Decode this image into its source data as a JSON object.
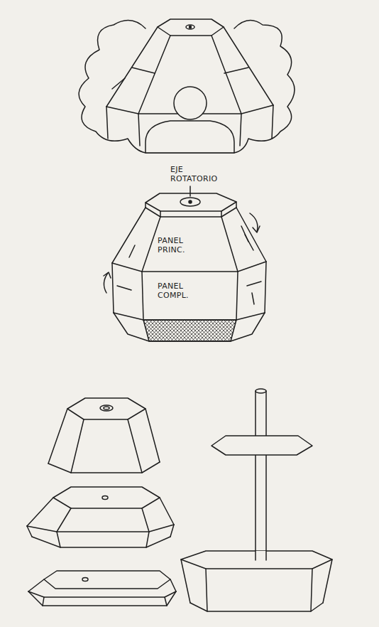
{
  "diagram": {
    "labels": [
      "EJE ROTATORIO",
      "PANEL PRINC.",
      "PANEL COMPL."
    ]
  }
}
